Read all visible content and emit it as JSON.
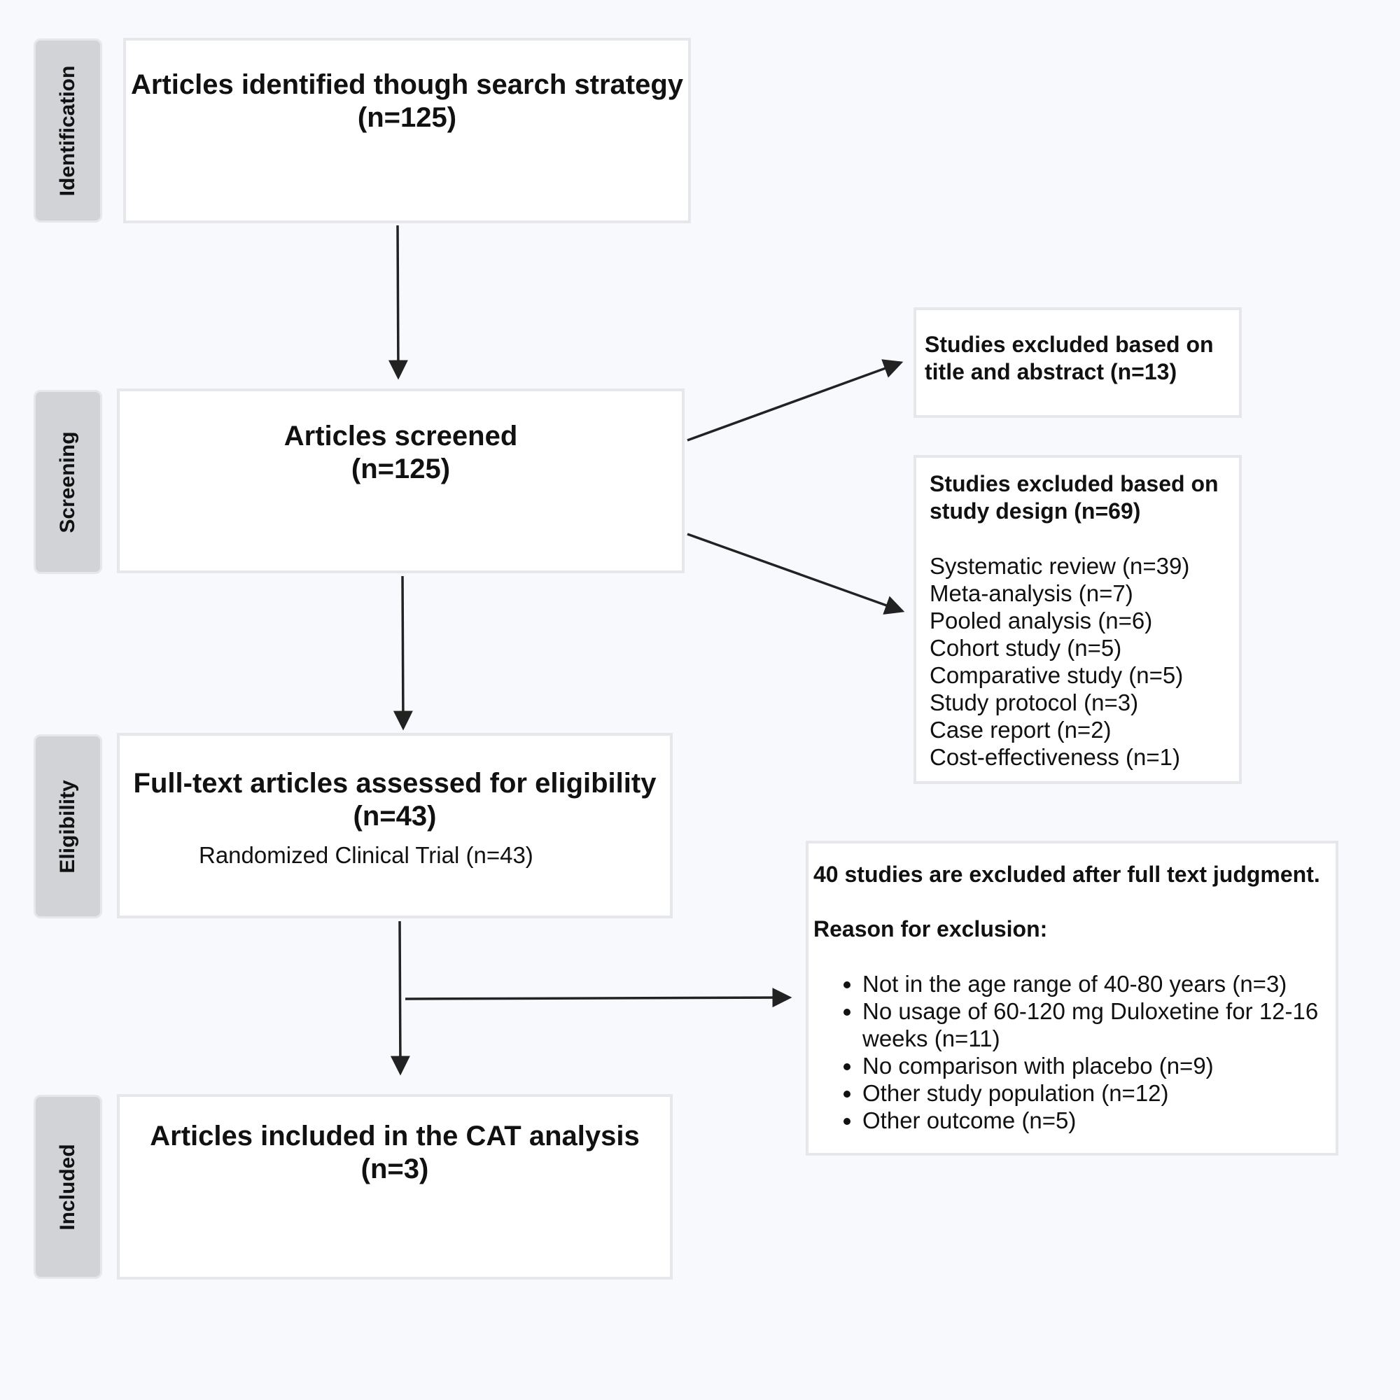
{
  "stages": {
    "identification": "Identification",
    "screening": "Screening",
    "eligibility": "Eligibility",
    "included": "Included"
  },
  "identified": {
    "title": "Articles identified though search strategy",
    "count": "(n=125)"
  },
  "screened": {
    "title": "Articles screened",
    "count": "(n=125)"
  },
  "eligibility": {
    "title": "Full-text articles assessed for eligibility",
    "count": "(n=43)",
    "detail": "Randomized Clinical Trial (n=43)"
  },
  "included": {
    "title": "Articles included in the CAT analysis",
    "count": "(n=3)"
  },
  "excluded_title_abstract": {
    "line1": "Studies excluded based on",
    "line2": "title and abstract (n=13)"
  },
  "excluded_design": {
    "line1": "Studies excluded based on",
    "line2": "study design (n=69)",
    "items": [
      "Systematic review (n=39)",
      "Meta-analysis (n=7)",
      "Pooled analysis (n=6)",
      "Cohort study (n=5)",
      "Comparative study (n=5)",
      "Study protocol (n=3)",
      "Case report (n=2)",
      "Cost-effectiveness (n=1)"
    ]
  },
  "excluded_fulltext": {
    "heading": "40 studies are excluded after full text judgment.",
    "reason_label": "Reason for exclusion:",
    "reasons": [
      "Not in the age range of 40-80 years (n=3)",
      "No usage of 60-120 mg Duloxetine for 12-16 weeks (n=11)",
      "No comparison with placebo (n=9)",
      "Other study population (n=12)",
      "Other outcome (n=5)"
    ]
  }
}
